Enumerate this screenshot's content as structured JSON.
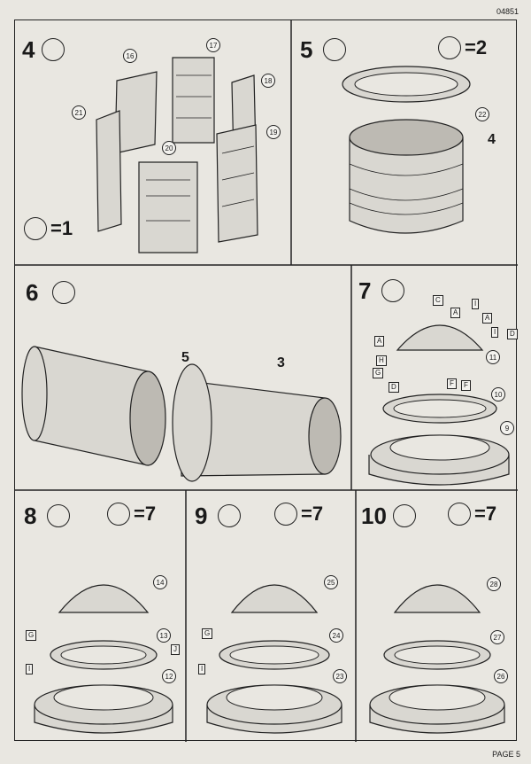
{
  "header": {
    "code": "04851"
  },
  "footer": {
    "page": "PAGE 5"
  },
  "steps": {
    "s4": {
      "number": "4",
      "qty": "=1",
      "parts": [
        "16",
        "17",
        "18",
        "19",
        "20",
        "21"
      ]
    },
    "s5": {
      "number": "5",
      "qty": "=2",
      "parts": [
        "22"
      ],
      "ref": "4"
    },
    "s6": {
      "number": "6",
      "parts": [
        "5",
        "3"
      ]
    },
    "s7": {
      "number": "7",
      "parts": [
        "11",
        "10",
        "9"
      ],
      "tags": [
        "C",
        "A",
        "I",
        "A",
        "A",
        "I",
        "D",
        "H",
        "G",
        "D",
        "F",
        "F"
      ]
    },
    "s8": {
      "number": "8",
      "qty": "=7",
      "parts": [
        "14",
        "13",
        "12"
      ],
      "tags": [
        "G",
        "I",
        "J"
      ]
    },
    "s9": {
      "number": "9",
      "qty": "=7",
      "parts": [
        "25",
        "24",
        "23"
      ],
      "tags": [
        "G",
        "I"
      ]
    },
    "s10": {
      "number": "10",
      "qty": "=7",
      "parts": [
        "28",
        "27",
        "26"
      ]
    }
  }
}
